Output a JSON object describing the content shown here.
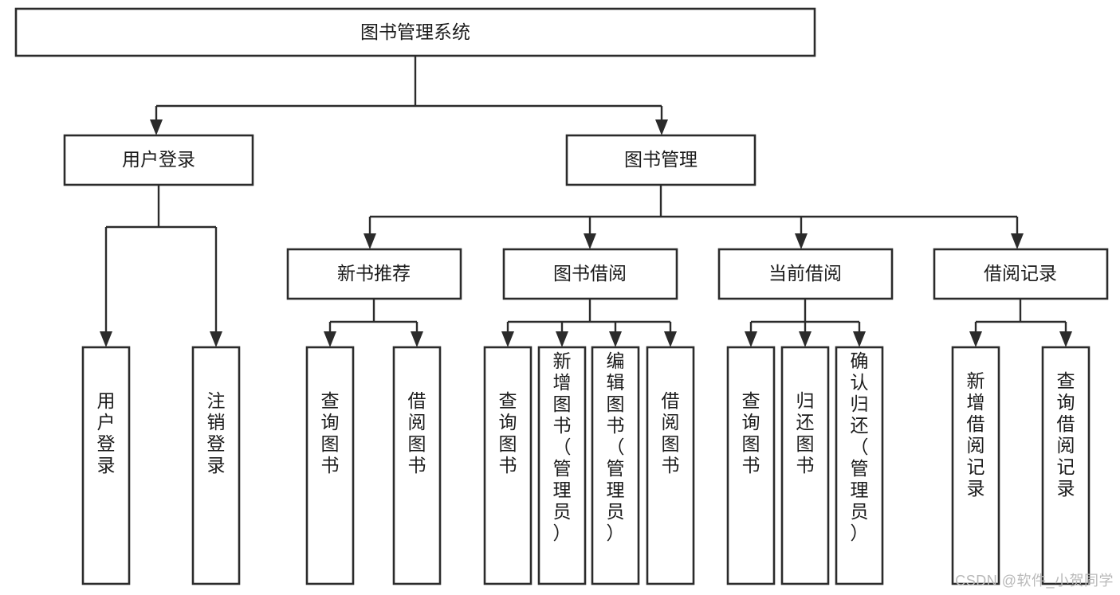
{
  "diagram": {
    "title": "图书管理系统",
    "type": "tree",
    "root": {
      "id": "root",
      "label": "图书管理系统",
      "orientation": "horizontal"
    },
    "level2": [
      {
        "id": "user-login",
        "label": "用户登录",
        "orientation": "horizontal"
      },
      {
        "id": "book-manage",
        "label": "图书管理",
        "orientation": "horizontal"
      }
    ],
    "level3": [
      {
        "id": "new-book-recommend",
        "label": "新书推荐",
        "orientation": "horizontal",
        "parent": "book-manage"
      },
      {
        "id": "book-borrow",
        "label": "图书借阅",
        "orientation": "horizontal",
        "parent": "book-manage"
      },
      {
        "id": "current-borrow",
        "label": "当前借阅",
        "orientation": "horizontal",
        "parent": "book-manage"
      },
      {
        "id": "borrow-record",
        "label": "借阅记录",
        "orientation": "horizontal",
        "parent": "book-manage"
      }
    ],
    "leaves": [
      {
        "id": "leaf-user-login",
        "label": "用户登录",
        "orientation": "vertical",
        "parent": "user-login"
      },
      {
        "id": "leaf-logout-login",
        "label": "注销登录",
        "orientation": "vertical",
        "parent": "user-login"
      },
      {
        "id": "leaf-query-book-1",
        "label": "查询图书",
        "orientation": "vertical",
        "parent": "new-book-recommend"
      },
      {
        "id": "leaf-borrow-book-1",
        "label": "借阅图书",
        "orientation": "vertical",
        "parent": "new-book-recommend"
      },
      {
        "id": "leaf-query-book-2",
        "label": "查询图书",
        "orientation": "vertical",
        "parent": "book-borrow"
      },
      {
        "id": "leaf-add-book-admin",
        "label": "新增图书（管理员）",
        "orientation": "vertical",
        "parent": "book-borrow"
      },
      {
        "id": "leaf-edit-book-admin",
        "label": "编辑图书（管理员）",
        "orientation": "vertical",
        "parent": "book-borrow"
      },
      {
        "id": "leaf-borrow-book-2",
        "label": "借阅图书",
        "orientation": "vertical",
        "parent": "book-borrow"
      },
      {
        "id": "leaf-query-book-3",
        "label": "查询图书",
        "orientation": "vertical",
        "parent": "current-borrow"
      },
      {
        "id": "leaf-return-book",
        "label": "归还图书",
        "orientation": "vertical",
        "parent": "current-borrow"
      },
      {
        "id": "leaf-confirm-return-admin",
        "label": "确认归还（管理员）",
        "orientation": "vertical",
        "parent": "current-borrow"
      },
      {
        "id": "leaf-add-borrow-record",
        "label": "新增借阅记录",
        "orientation": "vertical",
        "parent": "borrow-record"
      },
      {
        "id": "leaf-query-borrow-record",
        "label": "查询借阅记录",
        "orientation": "vertical",
        "parent": "borrow-record"
      }
    ],
    "colors": {
      "stroke": "#2b2b2b",
      "fill": "#ffffff",
      "text": "#1b1b1b",
      "watermark": "#b9b9b9"
    }
  },
  "watermark": {
    "text": "CSDN @软件_小贺同学"
  }
}
